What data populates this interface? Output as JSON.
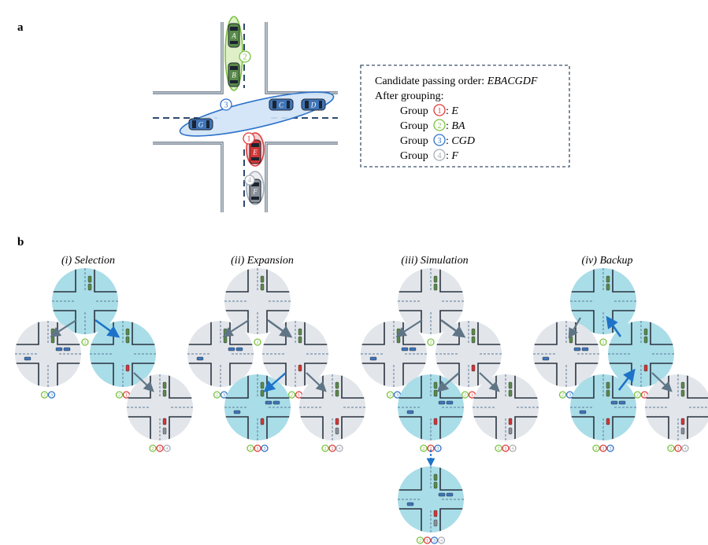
{
  "panel_a": {
    "label": "a",
    "vehicles": [
      "A",
      "B",
      "C",
      "D",
      "E",
      "F",
      "G"
    ],
    "group_markers": [
      "1",
      "2",
      "3",
      "4"
    ],
    "legend": {
      "line1_prefix": "Candidate passing order: ",
      "line1_order": "EBACGDF",
      "line2": "After grouping:",
      "groups": [
        {
          "word": "Group",
          "num": "1",
          "members": "E",
          "color": "#e03a3a"
        },
        {
          "word": "Group",
          "num": "2",
          "members": "BA",
          "color": "#7cc242"
        },
        {
          "word": "Group",
          "num": "3",
          "members": "CGD",
          "color": "#2f73c9"
        },
        {
          "word": "Group",
          "num": "4",
          "members": "F",
          "color": "#a7adb5"
        }
      ]
    }
  },
  "panel_b": {
    "label": "b",
    "steps": [
      {
        "roman": "i",
        "name": "Selection"
      },
      {
        "roman": "ii",
        "name": "Expansion"
      },
      {
        "roman": "iii",
        "name": "Simulation"
      },
      {
        "roman": "iv",
        "name": "Backup"
      }
    ]
  },
  "colors": {
    "group1": "#e03a3a",
    "group2": "#7cc242",
    "group3": "#2f73c9",
    "group4": "#a7adb5",
    "node_active": "#a9dde8",
    "node_inactive": "#e2e5ea",
    "arrow_highlight": "#1d73c8",
    "arrow_default": "#5f7586"
  }
}
